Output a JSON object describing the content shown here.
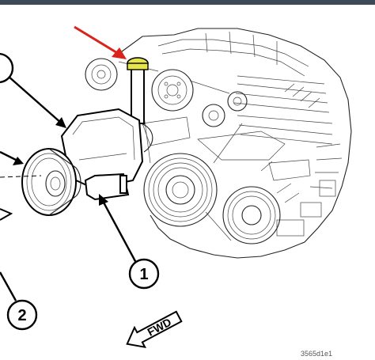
{
  "diagram": {
    "callouts": [
      {
        "id": "1",
        "label": "1"
      },
      {
        "id": "2",
        "label": "2"
      }
    ],
    "direction_label": "FWD",
    "figure_code": "3565d1e1"
  },
  "colors": {
    "top_strip": "#3c4a58",
    "highlight_cap": "#e6e64a",
    "pointer_arrow": "#d9241c",
    "line": "#000000",
    "background": "#ffffff"
  },
  "icons": {
    "pointer": "red-arrow-icon",
    "direction": "fwd-arrow-icon"
  }
}
